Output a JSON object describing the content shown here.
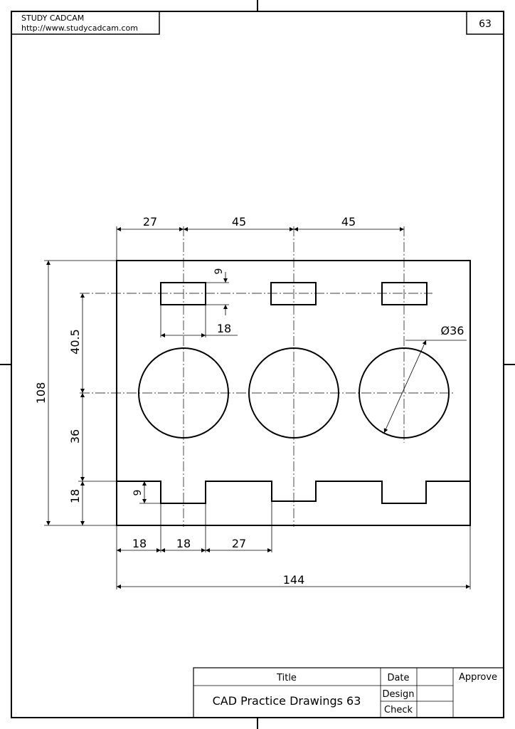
{
  "header": {
    "company": "STUDY CADCAM",
    "url": "http://www.studycadcam.com",
    "sheet_number": "63"
  },
  "dimensions": {
    "top_27": "27",
    "top_45_a": "45",
    "top_45_b": "45",
    "slot_height": "9",
    "slot_width": "18",
    "diameter": "Ø36",
    "left_40_5": "40.5",
    "left_108": "108",
    "left_36": "36",
    "left_18": "18",
    "notch_depth": "9",
    "bottom_18_a": "18",
    "bottom_18_b": "18",
    "bottom_27": "27",
    "bottom_144": "144"
  },
  "title_block": {
    "title_label": "Title",
    "title_value": "CAD Practice Drawings 63",
    "date_label": "Date",
    "design_label": "Design",
    "check_label": "Check",
    "approve_label": "Approve"
  }
}
